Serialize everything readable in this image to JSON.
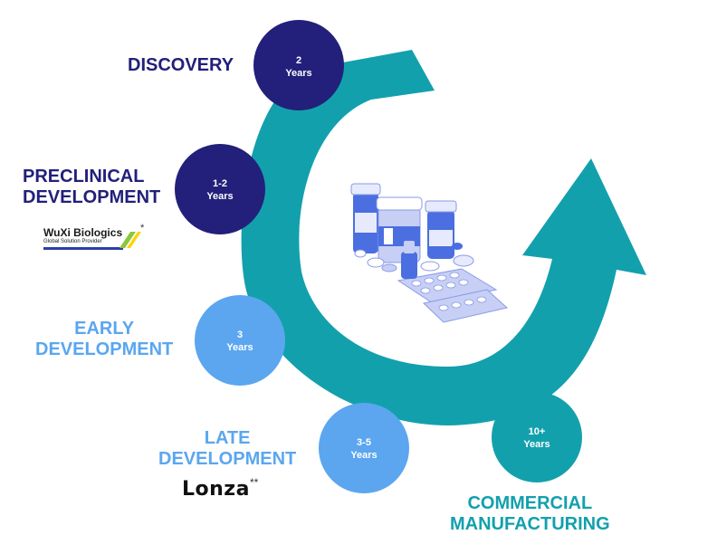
{
  "stages": [
    {
      "id": "discovery",
      "label_lines": [
        "DISCOVERY"
      ],
      "duration_value": "2",
      "duration_unit": "Years",
      "color": "#22207a"
    },
    {
      "id": "preclinical",
      "label_lines": [
        "PRECLINICAL",
        "DEVELOPMENT"
      ],
      "duration_value": "1-2",
      "duration_unit": "Years",
      "color": "#22207a"
    },
    {
      "id": "early",
      "label_lines": [
        "EARLY",
        "DEVELOPMENT"
      ],
      "duration_value": "3",
      "duration_unit": "Years",
      "color": "#5ba6ef"
    },
    {
      "id": "late",
      "label_lines": [
        "LATE",
        "DEVELOPMENT"
      ],
      "duration_value": "3-5",
      "duration_unit": "Years",
      "color": "#5ba6ef"
    },
    {
      "id": "commercial",
      "label_lines": [
        "COMMERCIAL",
        "MANUFACTURING"
      ],
      "duration_value": "10+",
      "duration_unit": "Years",
      "color": "#13a0ad"
    }
  ],
  "logos": {
    "wuxi": {
      "name": "WuXi Biologics",
      "tagline": "Global Solution Provider",
      "footnote": "*"
    },
    "lonza": {
      "name": "Lonza",
      "footnote": "**"
    }
  },
  "colors": {
    "arrow": "#13a0ad",
    "dark_navy": "#22207a",
    "light_blue": "#5ba6ef",
    "pills": "#4b6fe0"
  },
  "icons": [
    "cycle-arrow",
    "medicine-bottles-icon"
  ]
}
